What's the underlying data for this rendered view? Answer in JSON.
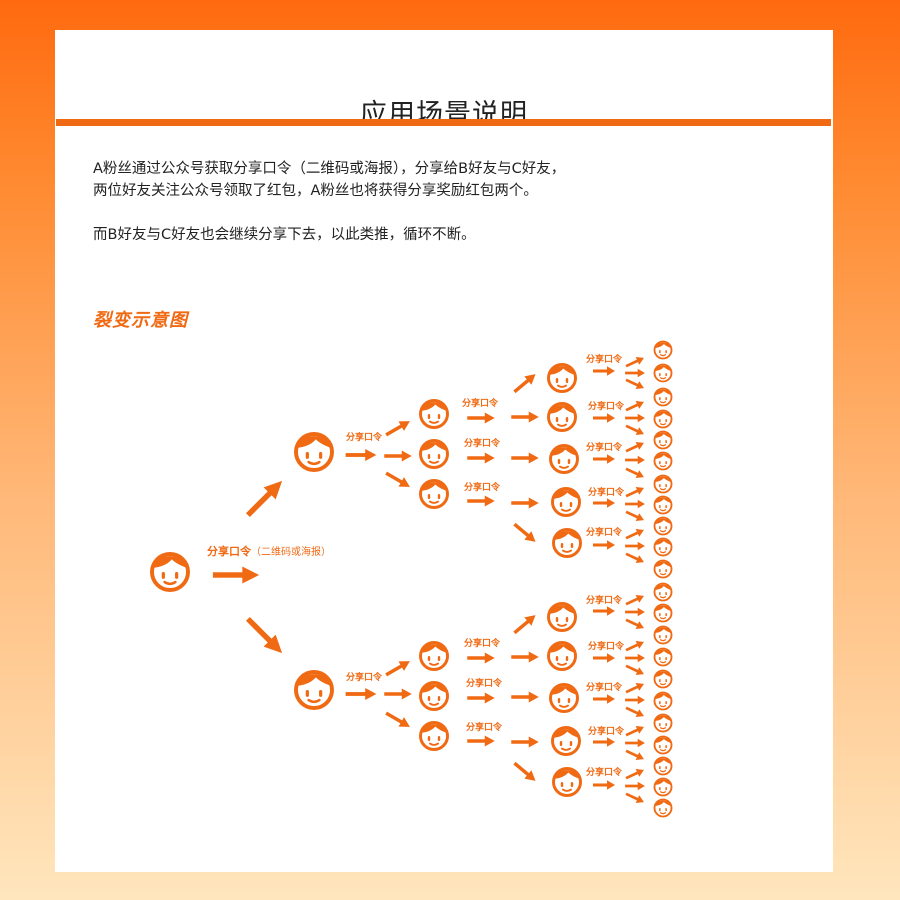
{
  "header": {
    "title": "应用场景说明"
  },
  "description": {
    "line1": "A粉丝通过公众号获取分享口令（二维码或海报），分享给B好友与C好友，",
    "line2": "两位好友关注公众号领取了红包，A粉丝也将获得分享奖励红包两个。",
    "line3": "而B好友与C好友也会继续分享下去，以此类推，循环不断。"
  },
  "diagram": {
    "title": "裂变示意图",
    "root_label": "分享口令",
    "root_label_note": "（二维码或海报）",
    "share_label": "分享口令"
  },
  "colors": {
    "accent": "#f06a14",
    "panel": "#ffffff",
    "text": "#222222"
  }
}
